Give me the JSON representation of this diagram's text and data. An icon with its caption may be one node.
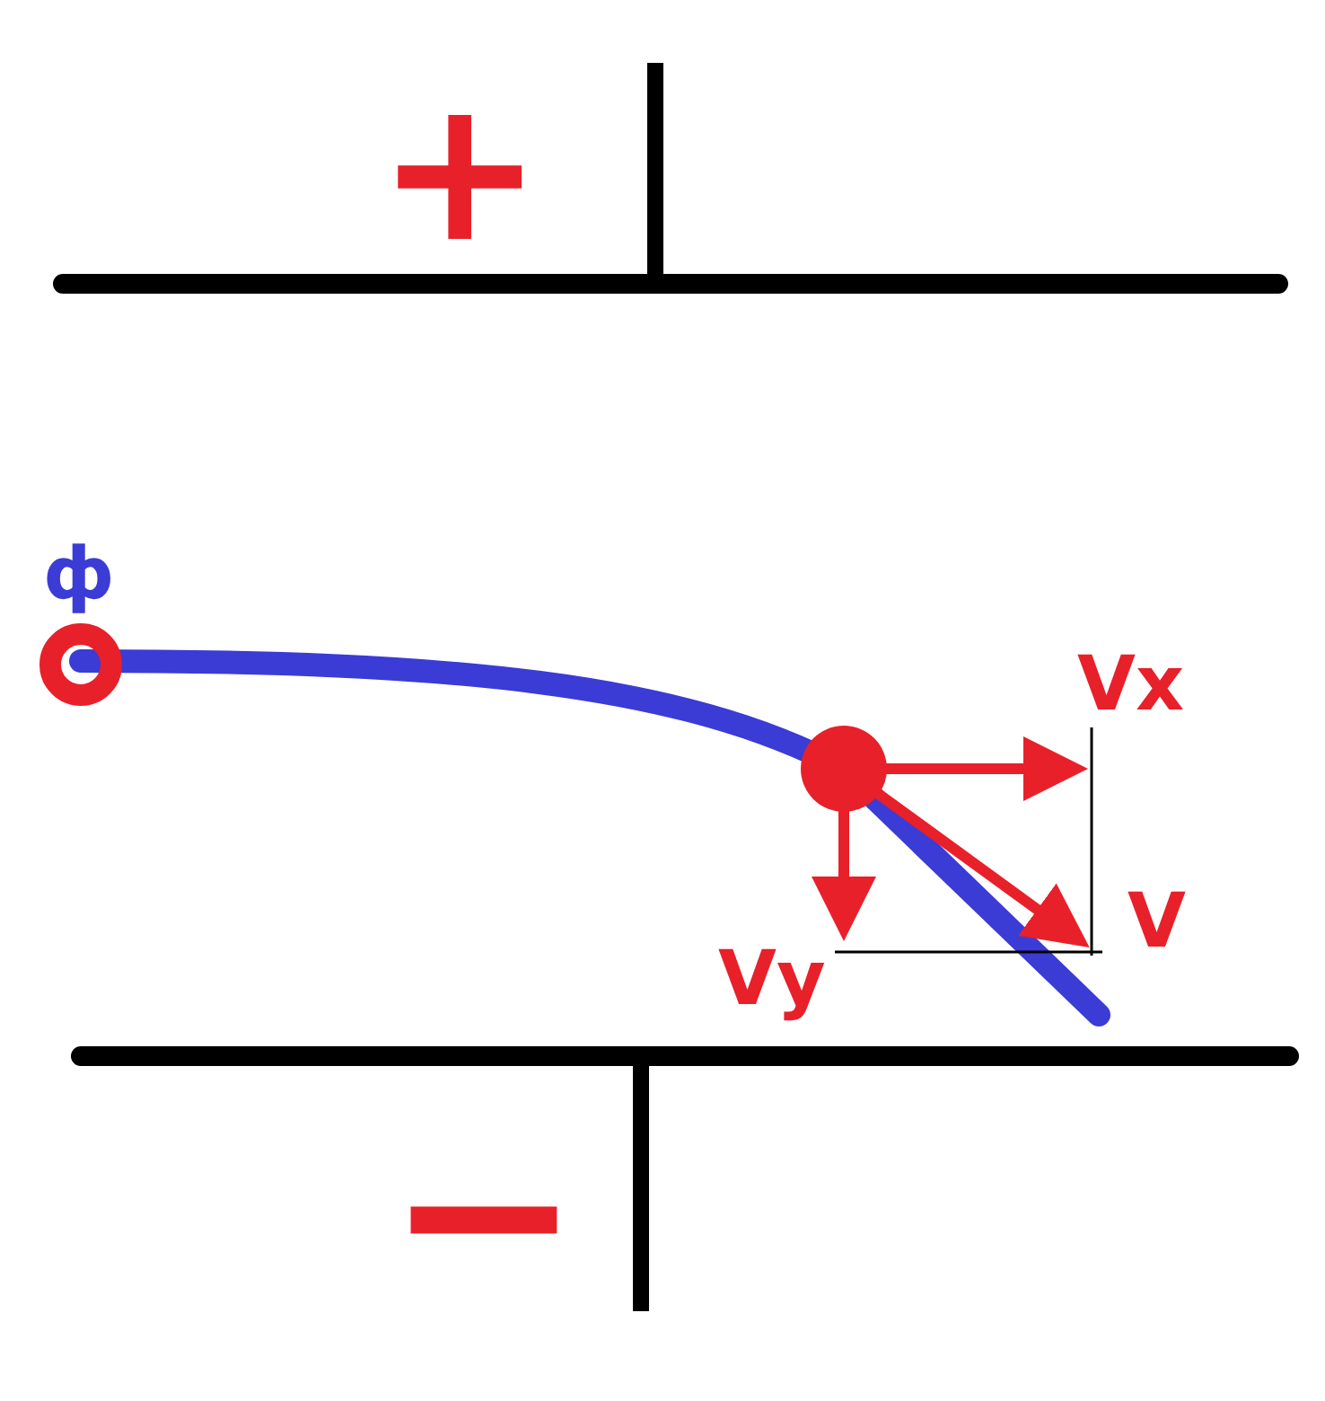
{
  "diagram": {
    "labels": [
      "+",
      "ф",
      "Vx",
      "V",
      "Vy",
      "−"
    ]
  }
}
